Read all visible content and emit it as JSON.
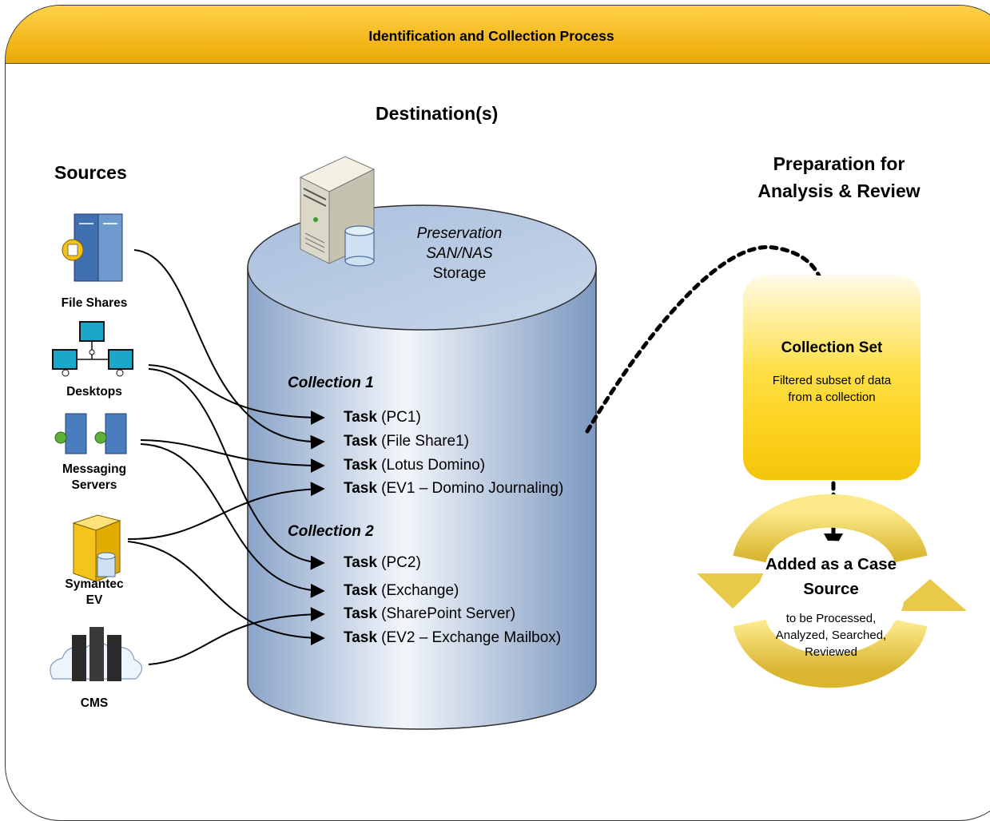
{
  "banner": {
    "title": "Identification and Collection Process"
  },
  "headings": {
    "destinations": "Destination(s)",
    "sources": "Sources",
    "preparation_line1": "Preparation for",
    "preparation_line2": "Analysis & Review"
  },
  "storage": {
    "line1": "Preservation",
    "line2": "SAN/NAS",
    "line3": "Storage"
  },
  "sources": {
    "file_shares": "File Shares",
    "desktops": "Desktops",
    "messaging_line1": "Messaging",
    "messaging_line2": "Servers",
    "symantec_line1": "Symantec",
    "symantec_line2": "EV",
    "cms": "CMS"
  },
  "collections": [
    {
      "name": "Collection 1",
      "tasks": [
        {
          "label": "Task",
          "detail": " (PC1)"
        },
        {
          "label": "Task",
          "detail": " (File Share1)"
        },
        {
          "label": "Task",
          "detail": " (Lotus Domino)"
        },
        {
          "label": "Task",
          "detail": " (EV1 – Domino Journaling)"
        }
      ]
    },
    {
      "name": "Collection 2",
      "tasks": [
        {
          "label": "Task",
          "detail": " (PC2)"
        },
        {
          "label": "Task",
          "detail": " (Exchange)"
        },
        {
          "label": "Task",
          "detail": " (SharePoint Server)"
        },
        {
          "label": "Task",
          "detail": " (EV2 – Exchange Mailbox)"
        }
      ]
    }
  ],
  "collection_set": {
    "title": "Collection Set",
    "desc_line1": "Filtered subset of data",
    "desc_line2": "from a collection"
  },
  "case_source": {
    "title_line1": "Added as a Case",
    "title_line2": "Source",
    "desc_line1": "to be Processed,",
    "desc_line2": "Analyzed, Searched,",
    "desc_line3": "Reviewed"
  },
  "colors": {
    "banner": "#f2b416",
    "cylinder": "#9db5d6",
    "collection_set": "#fdd21c",
    "cycle_arrows": "#e6c84a"
  }
}
